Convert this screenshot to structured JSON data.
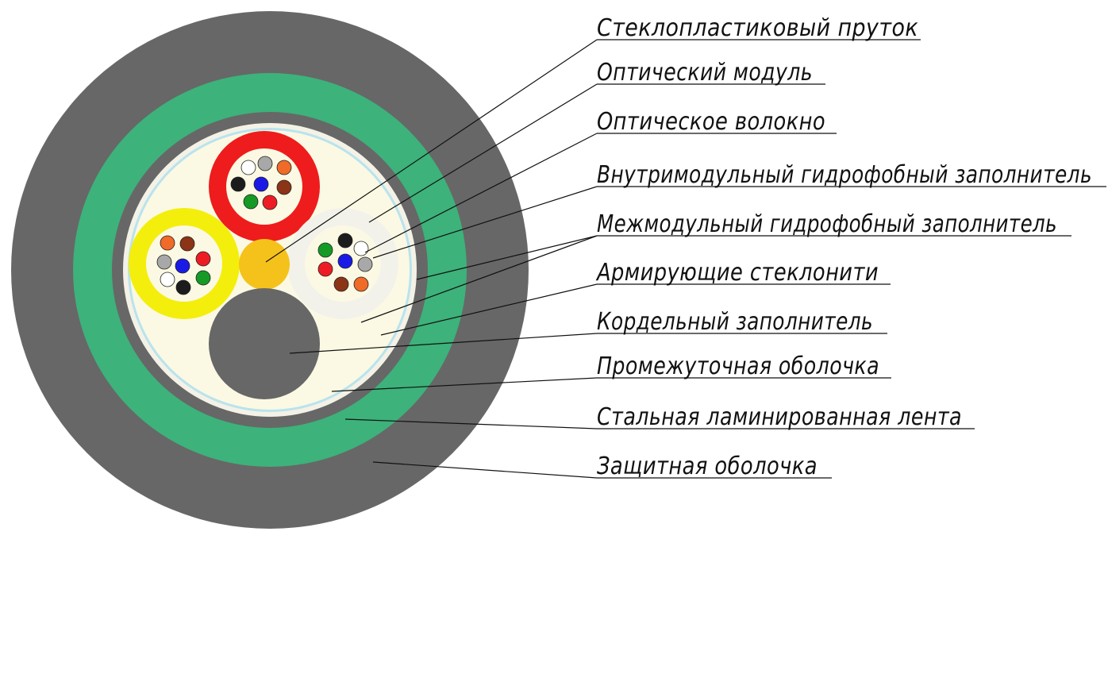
{
  "labels": [
    "Стеклопластиковый пруток",
    "Оптический модуль",
    "Оптическое волокно",
    "Внутримодульный гидрофобный заполнитель",
    "Межмодульный гидрофобный заполнитель",
    "Армирующие стеклонити",
    "Кордельный заполнитель",
    "Промежуточная оболочка",
    "Стальная ламинированная лента",
    "Защитная оболочка"
  ],
  "colors": {
    "outer_sheath": "#676767",
    "steel_tape": "#3db27a",
    "intermediate_sheath": "#676767",
    "aramid_yarn": "#f4f2e6",
    "water_blocking": "#b9e3ee",
    "filling_gel": "#fbf9e3",
    "central_member": "#f5c21b",
    "cord_filler": "#676767",
    "module_red": "#ee1c1c",
    "module_yellow": "#f4ee0c",
    "module_white": "#f3f2ea",
    "module_inner": "#fbf9e3"
  },
  "fiber_colors": [
    "#ffffff",
    "#a8a8a8",
    "#f06a28",
    "#1c1c1c",
    "#1a1ae6",
    "#8b3416",
    "#159a25",
    "#ed1c24"
  ]
}
